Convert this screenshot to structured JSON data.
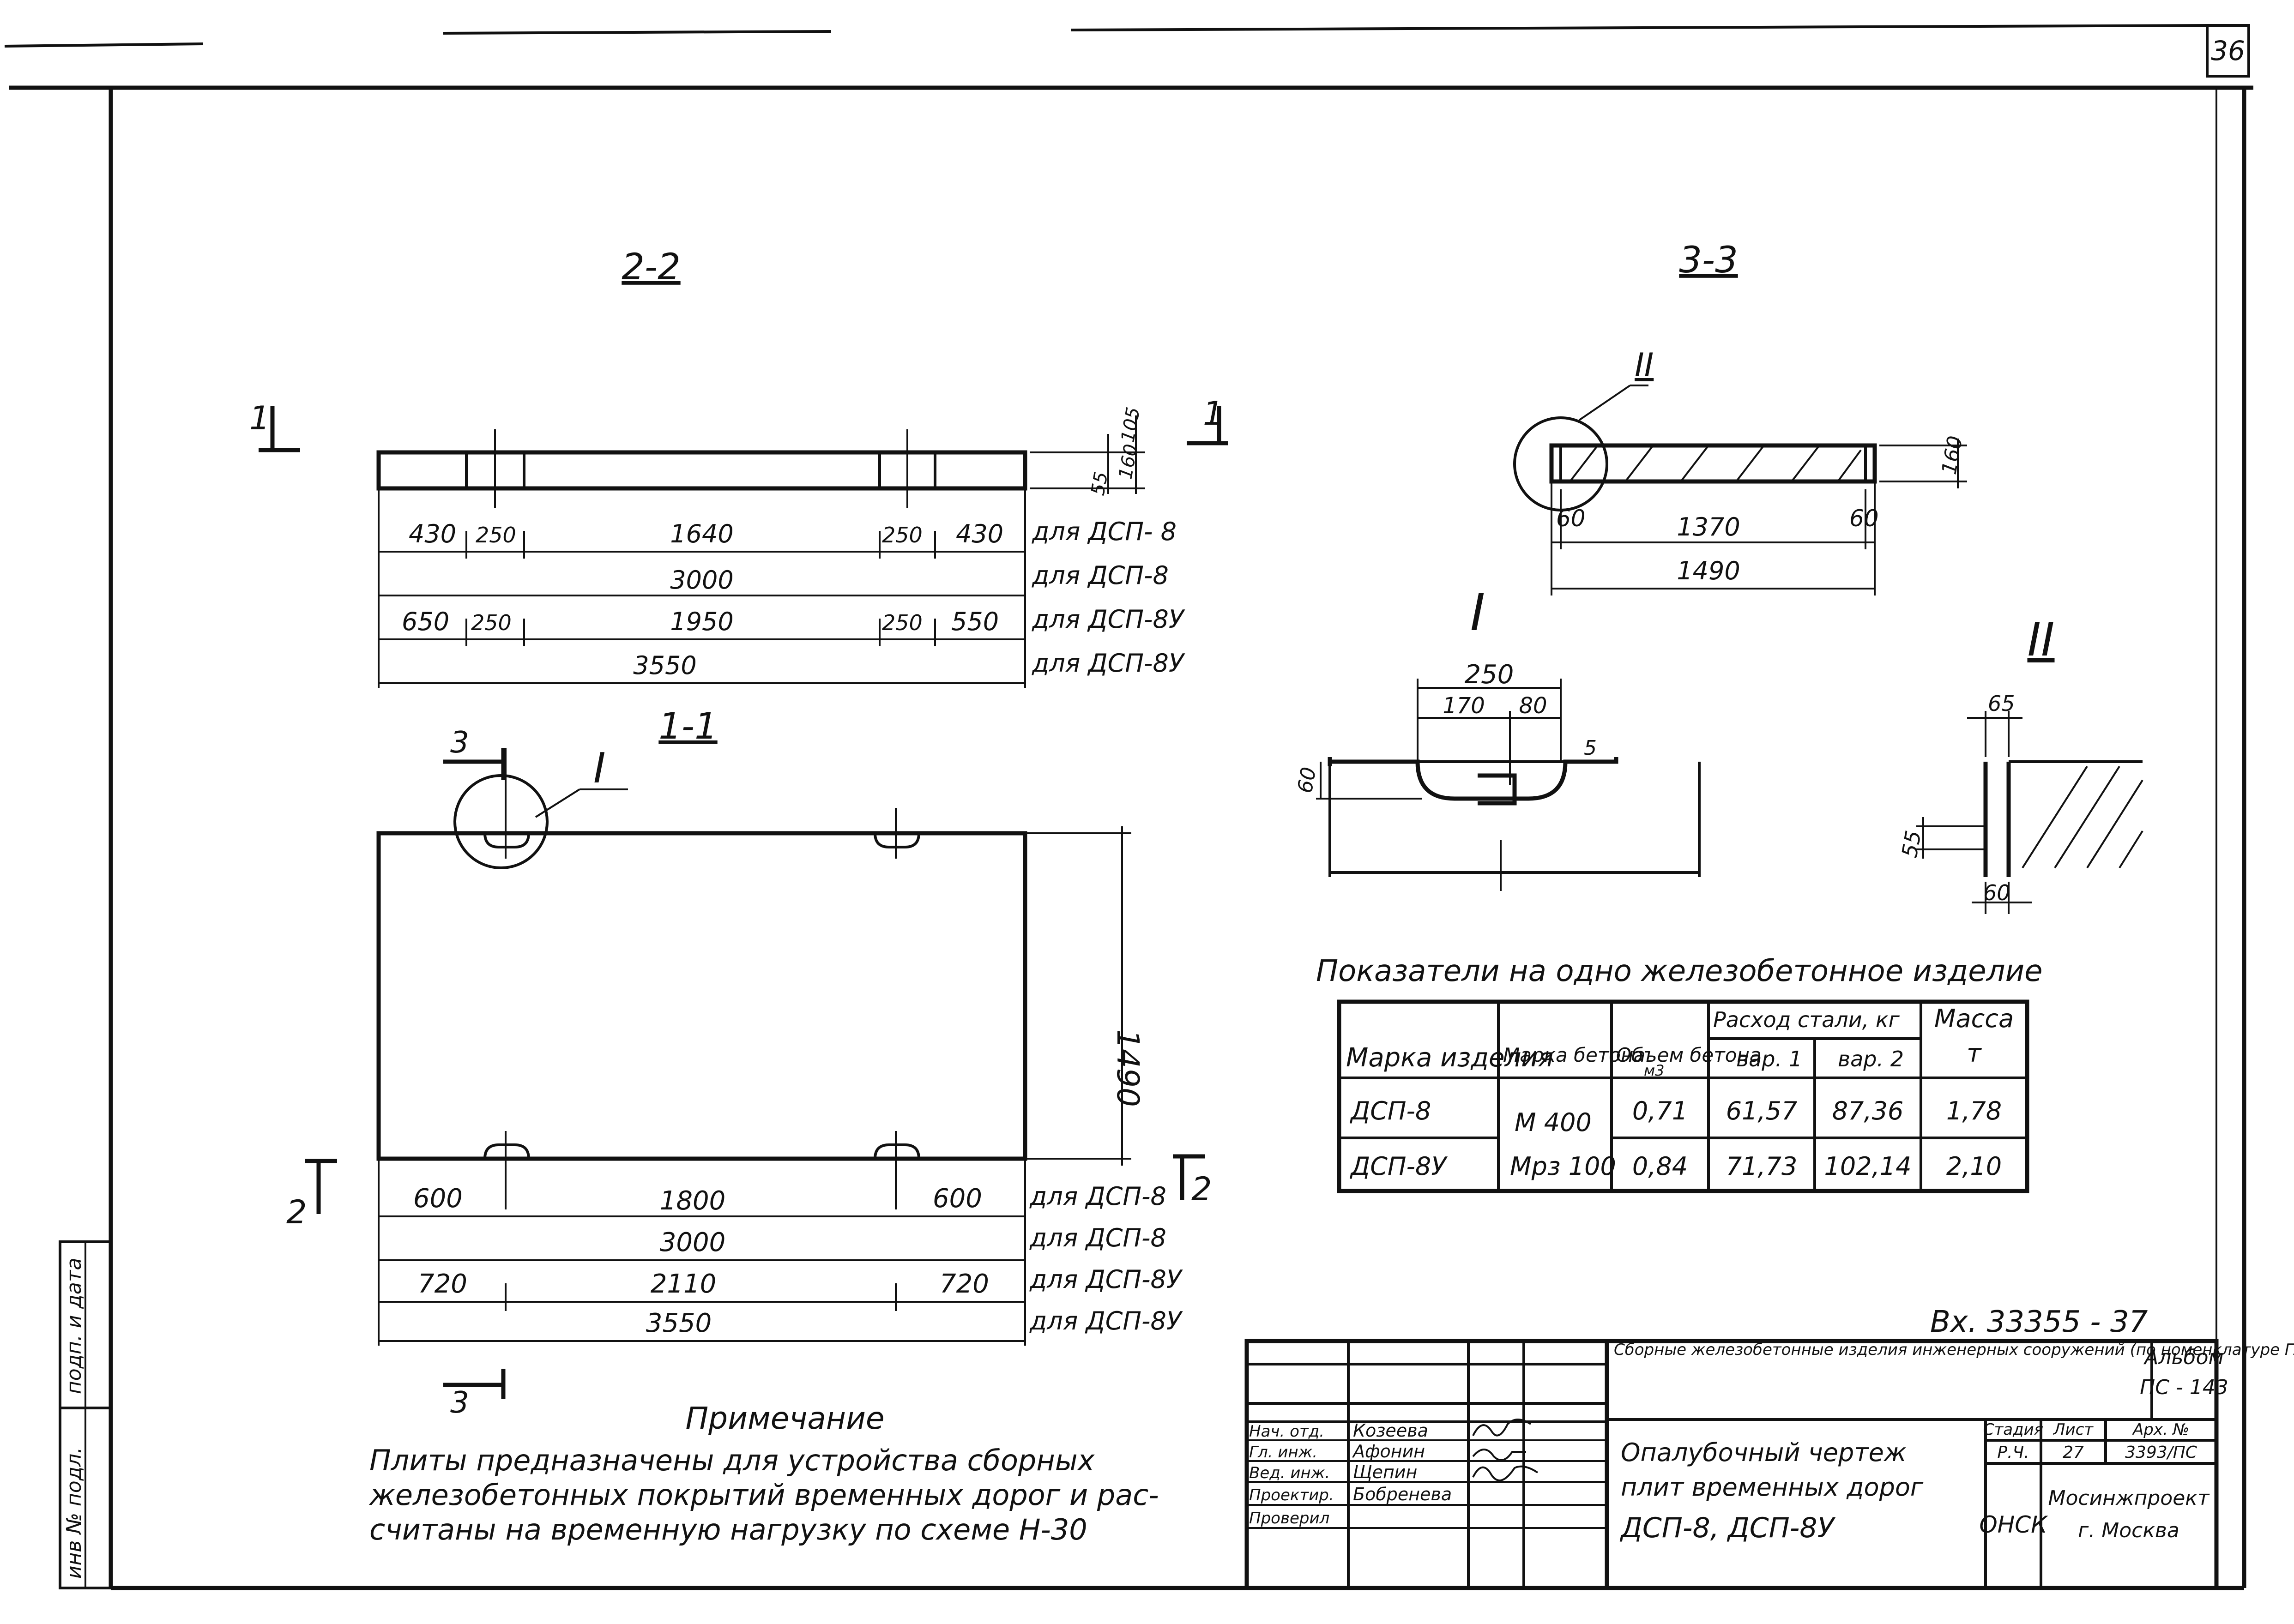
{
  "sheet_number": "36",
  "views": {
    "section_2_2": {
      "title": "2-2",
      "cut_mark_left": "1",
      "cut_mark_right": "1",
      "height_dims": [
        "105",
        "55",
        "160"
      ],
      "row1": [
        "430",
        "250",
        "1640",
        "250",
        "430"
      ],
      "row1_label": "для ДСП- 8",
      "row2": "3000",
      "row2_label": "для ДСП-8",
      "row3": [
        "650",
        "250",
        "1950",
        "250",
        "550"
      ],
      "row3_label": "для ДСП-8У",
      "row4": "3550",
      "row4_label": "для ДСП-8У"
    },
    "section_1_1": {
      "title": "1-1",
      "cut_mark_top": "3",
      "cut_mark_bottom": "3",
      "cut_mark_left": "2",
      "cut_mark_right": "2",
      "detail_callout": "I",
      "height_dim": "1490",
      "row1": [
        "600",
        "1800",
        "600"
      ],
      "row1_label": "для ДСП-8",
      "row2": "3000",
      "row2_label": "для ДСП-8",
      "row3": [
        "720",
        "2110",
        "720"
      ],
      "row3_label": "для ДСП-8У",
      "row4": "3550",
      "row4_label": "для ДСП-8У"
    },
    "section_3_3": {
      "title": "3-3",
      "detail_callout": "II",
      "height_dim": "160",
      "dims": [
        "60",
        "1370",
        "60"
      ],
      "total": "1490"
    },
    "detail_I": {
      "title": "I",
      "dims": [
        "250",
        "170",
        "80",
        "60",
        "5"
      ]
    },
    "detail_II": {
      "title": "II",
      "dims": [
        "65",
        "55",
        "60"
      ]
    }
  },
  "indicators": {
    "title": "Показатели на одно железобетонное изделие",
    "headers": {
      "mark": "Марка изделия",
      "concrete": "Марка бетона",
      "volume": "Объем бетона",
      "volume_unit": "м3",
      "steel": "Расход стали, кг",
      "var1": "вар. 1",
      "var2": "вар. 2",
      "mass": "Масса",
      "mass_unit": "т"
    },
    "rows": [
      {
        "mark": "ДСП-8",
        "volume": "0,71",
        "var1": "61,57",
        "var2": "87,36",
        "mass": "1,78"
      },
      {
        "mark": "ДСП-8У",
        "volume": "0,84",
        "var1": "71,73",
        "var2": "102,14",
        "mass": "2,10"
      }
    ],
    "concrete_1": "М 400",
    "concrete_2": "Мрз 100"
  },
  "note": {
    "title": "Примечание",
    "lines": [
      "Плиты предназначены для устройства сборных",
      "железобетонных покрытий временных дорог и рас-",
      "считаны на временную нагрузку по схеме Н-30"
    ]
  },
  "registration": "Вх. 33355 - 37",
  "side_stamp": {
    "inv": "инв № подл.",
    "sign": "подп. и дата"
  },
  "title_block": {
    "project": "Сборные железобетонные изделия инженерных сооружений (по номенклатуре Главмосинжстроя)",
    "album_label": "Альбом",
    "album": "ПС - 143",
    "roles": [
      {
        "role": "Нач. отд.",
        "name": "Козеева"
      },
      {
        "role": "Гл. инж.",
        "name": "Афонин"
      },
      {
        "role": "Вед. инж.",
        "name": "Щепин"
      },
      {
        "role": "Проектир.",
        "name": "Бобренева"
      },
      {
        "role": "Проверил",
        "name": ""
      }
    ],
    "drawing_title_1": "Опалубочный чертеж",
    "drawing_title_2": "плит временных дорог",
    "drawing_title_3": "ДСП-8, ДСП-8У",
    "stage_label": "Стадия",
    "stage": "Р.Ч.",
    "sheet_label": "Лист",
    "sheet": "27",
    "arch_label": "Арх. №",
    "arch": "3393/ПС",
    "dept": "ОНСК",
    "org_1": "Мосинжпроект",
    "org_2": "г. Москва"
  }
}
